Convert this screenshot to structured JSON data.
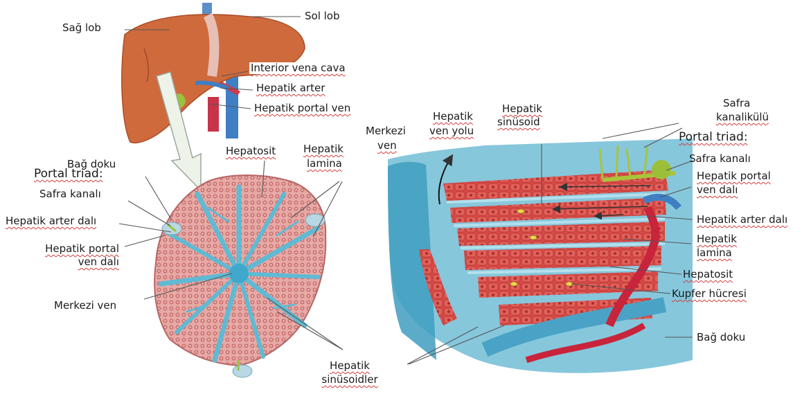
{
  "liver": {
    "right_lobe": "Sağ lob",
    "left_lobe": "Sol lob",
    "inferior_vena_cava": "Interior vena cava",
    "hepatic_artery": "Hepatik arter",
    "hepatic_portal_vein": "Hepatik portal ven"
  },
  "lobule": {
    "connective_tissue": "Bağ doku",
    "portal_triad": "Portal triad:",
    "bile_duct": "Safra kanalı",
    "hepatic_artery_branch": "Hepatik arter dalı",
    "portal_vein_branch_1": "Hepatik portal",
    "portal_vein_branch_2": "ven dalı",
    "central_vein": "Merkezi ven",
    "hepatocyte": "Hepatosit",
    "lamina_1": "Hepatik",
    "lamina_2": "lamina",
    "sinusoids_1": "Hepatik",
    "sinusoids_2": "sinüsoidler"
  },
  "detail": {
    "central_vein_1": "Merkezi",
    "central_vein_2": "ven",
    "vein_path_1": "Hepatik",
    "vein_path_2": "ven yolu",
    "sinusoid_1": "Hepatik",
    "sinusoid_2": "sinüsoid",
    "canaliculus_1": "Safra",
    "canaliculus_2": "kanalikülü",
    "portal_triad": "Portal triad:",
    "bile_duct": "Safra kanalı",
    "portal_vein_1": "Hepatik portal",
    "portal_vein_2": "ven dalı",
    "artery_branch": "Hepatik arter dalı",
    "lamina_1": "Hepatik",
    "lamina_2": "lamina",
    "hepatocyte": "Hepatosit",
    "kupffer": "Kupfer hücresi",
    "connective_tissue": "Bağ doku"
  }
}
